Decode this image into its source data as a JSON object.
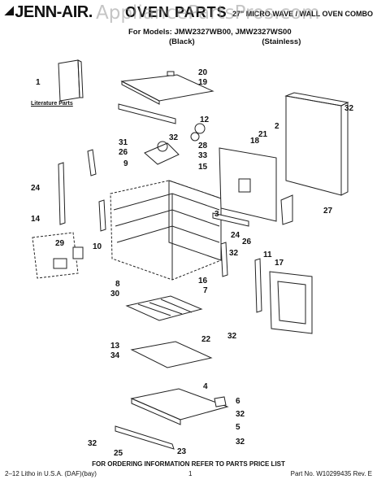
{
  "header": {
    "brand": "JENN-AIR.",
    "title": "OVEN PARTS",
    "subtitle": "27\" MICRO WAVE / WALL OVEN COMBO",
    "watermark": "AppliancePartsPros.com",
    "models": "For Models: JMW2327WB00, JMW2327WS00",
    "color_black": "(Black)",
    "color_stainless": "(Stainless)"
  },
  "literature_label": "Literature Parts",
  "callouts": [
    "1",
    "20",
    "19",
    "12",
    "32",
    "2",
    "21",
    "18",
    "31",
    "26",
    "32",
    "28",
    "33",
    "15",
    "9",
    "24",
    "3",
    "27",
    "14",
    "29",
    "10",
    "24",
    "26",
    "32",
    "11",
    "17",
    "8",
    "30",
    "16",
    "7",
    "13",
    "34",
    "22",
    "32",
    "4",
    "6",
    "32",
    "5",
    "32",
    "32",
    "25",
    "23"
  ],
  "footer": {
    "ordering": "FOR ORDERING INFORMATION REFER TO PARTS PRICE LIST",
    "litho": "2–12 Litho in U.S.A. (DAF)(bay)",
    "page": "1",
    "part_no": "Part No. W10299435 Rev. E"
  }
}
